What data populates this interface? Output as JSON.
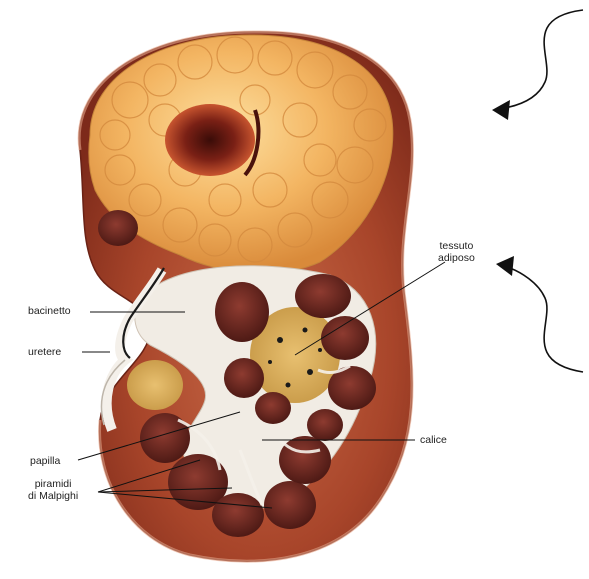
{
  "labels": {
    "tessuto": "tessuto",
    "adiposo": "adiposo",
    "bacinetto": "bacinetto",
    "uretere": "uretere",
    "calice": "calice",
    "papilla": "papilla",
    "piramidi": "piramidi",
    "di_malpighi": "di Malpighi"
  },
  "colors": {
    "cortex": "#a8452a",
    "cortex_light": "#c86a45",
    "fat": "#f0b45a",
    "fat_light": "#fbd68d",
    "pyramid": "#6e2a22",
    "pelvis": "#f2ede6",
    "lesion": "#7a2015",
    "leader": "#111111"
  }
}
